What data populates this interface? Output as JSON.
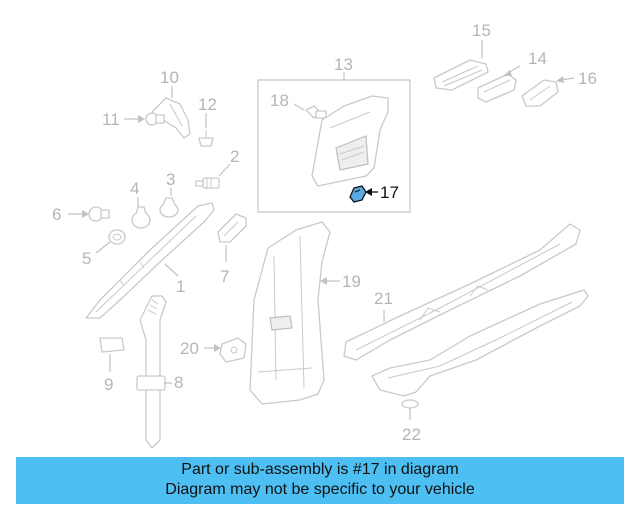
{
  "diagram": {
    "highlighted_part": "17",
    "callouts": [
      "1",
      "2",
      "3",
      "4",
      "5",
      "6",
      "7",
      "8",
      "9",
      "10",
      "11",
      "12",
      "13",
      "14",
      "15",
      "16",
      "17",
      "18",
      "19",
      "20",
      "21",
      "22"
    ]
  },
  "banner": {
    "line1": "Part or sub-assembly is #17 in diagram",
    "line2": "Diagram may not be specific to your vehicle",
    "background": "#4dbff2"
  }
}
